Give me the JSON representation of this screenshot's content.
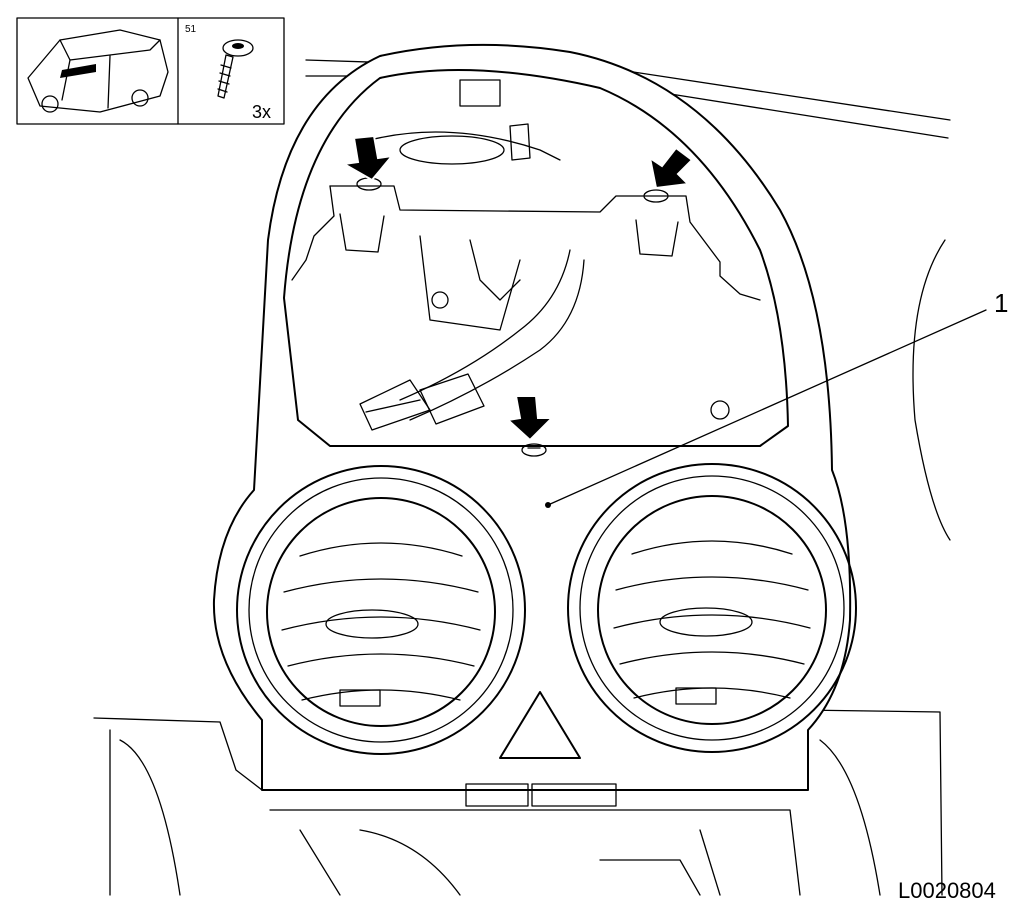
{
  "inset": {
    "page_ref": "51",
    "quantity": "3x"
  },
  "callouts": [
    {
      "id": "1",
      "text": "1"
    }
  ],
  "figure_id": "L0020804"
}
